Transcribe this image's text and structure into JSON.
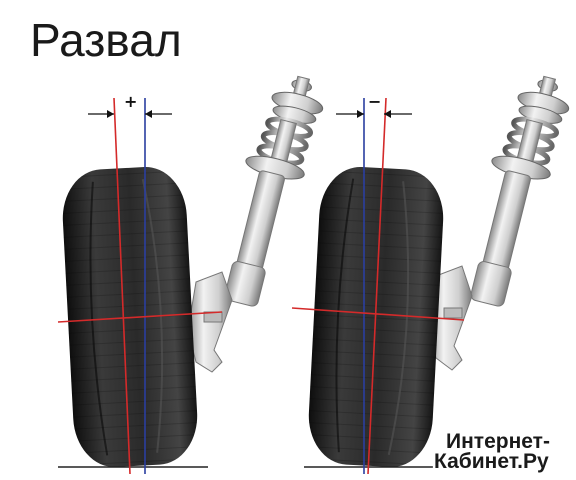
{
  "title": "Развал",
  "left_assembly": {
    "sign": "+"
  },
  "right_assembly": {
    "sign": "−"
  },
  "watermark": {
    "line1": "Интернет-",
    "line2": "Кабинет.Ру"
  },
  "colors": {
    "camber_line": "#d42a2a",
    "vertical_line": "#2a3ea0",
    "tire": "#222222",
    "strut": "#dcdcdc"
  }
}
